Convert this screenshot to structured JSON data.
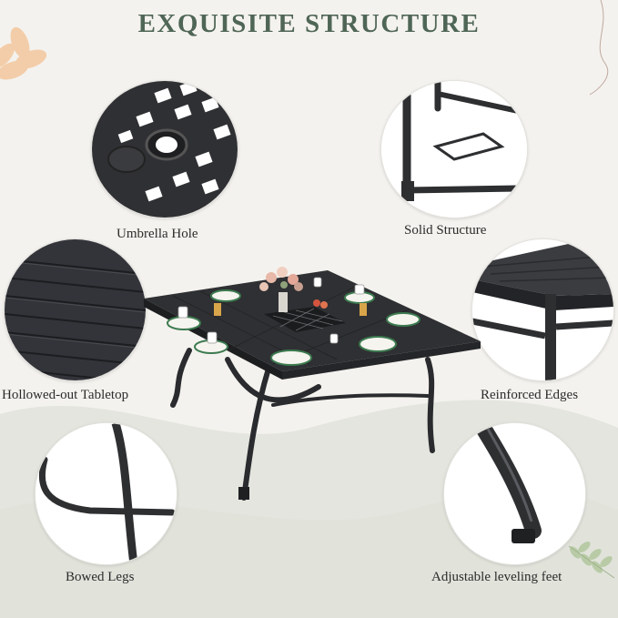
{
  "title": "EXQUISITE STRUCTURE",
  "features": [
    {
      "caption": "Umbrella Hole",
      "icon": "umbrella-hole-detail"
    },
    {
      "caption": "Solid Structure",
      "icon": "solid-structure-detail"
    },
    {
      "caption": "Hollowed-out Tabletop",
      "icon": "slatted-tabletop-detail"
    },
    {
      "caption": "Reinforced Edges",
      "icon": "reinforced-edge-detail"
    },
    {
      "caption": "Bowed Legs",
      "icon": "bowed-leg-detail"
    },
    {
      "caption": "Adjustable leveling feet",
      "icon": "leveling-foot-detail"
    }
  ],
  "colors": {
    "background": "#f4f2ee",
    "title": "#4f6656",
    "metal": "#2e2f31",
    "wave": "#e3e5de"
  }
}
